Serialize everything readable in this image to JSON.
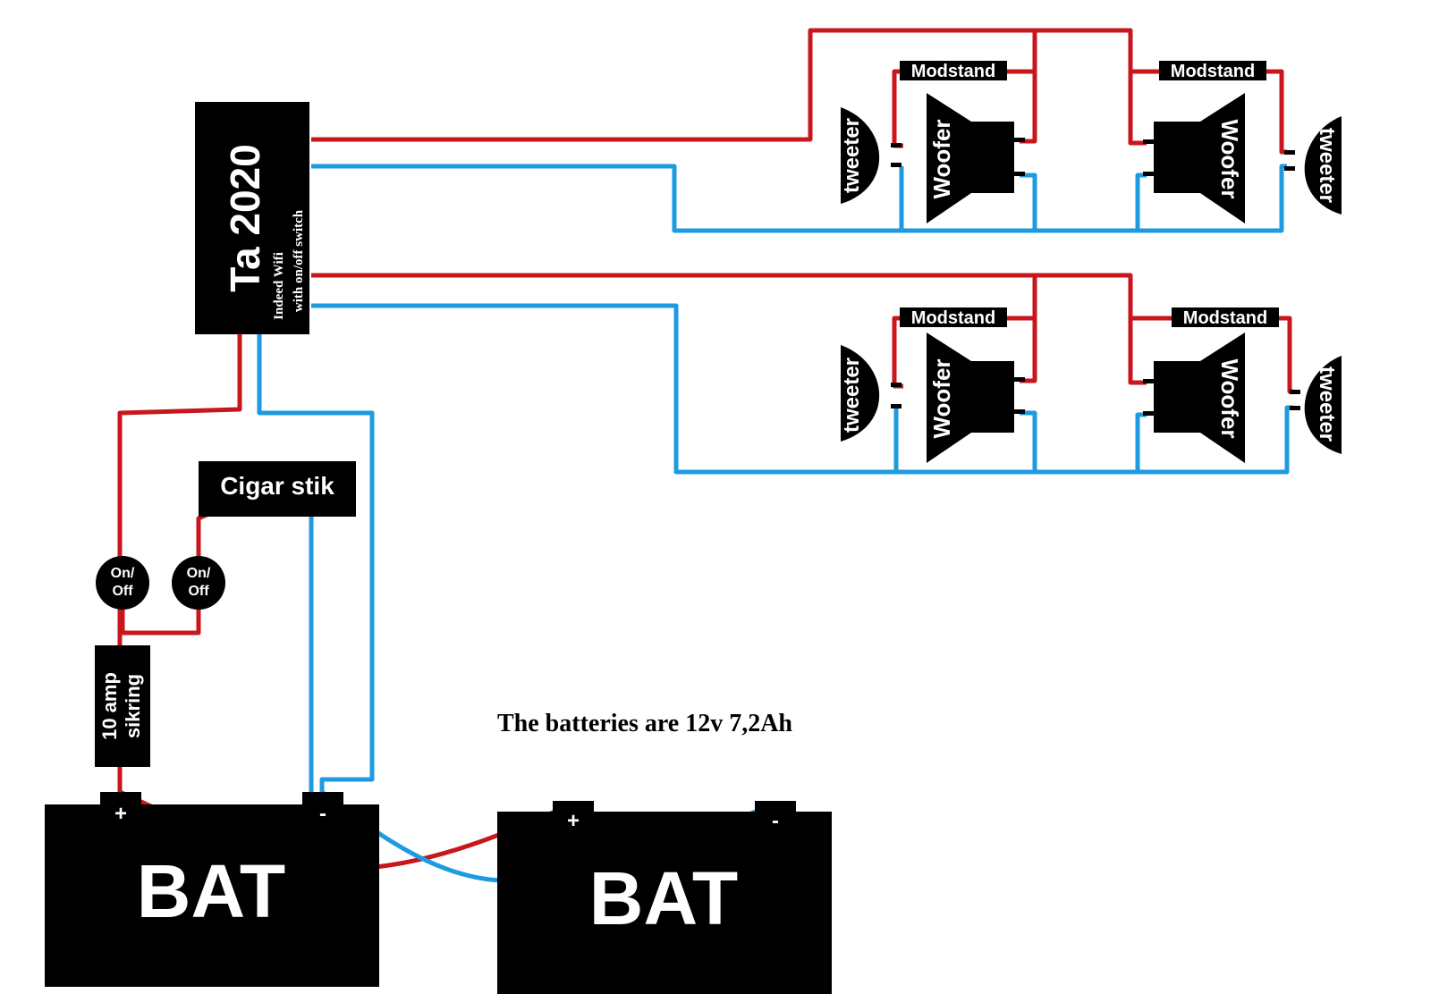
{
  "colors": {
    "positive_wire": "#c8161d",
    "negative_wire": "#1e9be0",
    "component": "#000000",
    "component_text": "#ffffff",
    "background": "#ffffff"
  },
  "amplifier": {
    "title": "Ta 2020",
    "subtitle_line1": "Indeed Wifi",
    "subtitle_line2": "with on/off switch"
  },
  "cigar_socket": {
    "label": "Cigar stik"
  },
  "switches": [
    {
      "line1": "On/",
      "line2": "Off"
    },
    {
      "line1": "On/",
      "line2": "Off"
    }
  ],
  "fuse": {
    "line1": "10 amp",
    "line2": "sikring"
  },
  "batteries": [
    {
      "label": "BAT",
      "plus": "+",
      "minus": "-"
    },
    {
      "label": "BAT",
      "plus": "+",
      "minus": "-"
    }
  ],
  "note": "The batteries are 12v 7,2Ah",
  "speakers": {
    "resistor_label": "Modstand",
    "tweeter_label": "tweeter",
    "woofer_label": "Woofer",
    "units": [
      {
        "resistor": "Modstand",
        "tweeter": "tweeter",
        "woofer": "Woofer"
      },
      {
        "resistor": "Modstand",
        "tweeter": "tweeter",
        "woofer": "Woofer"
      },
      {
        "resistor": "Modstand",
        "tweeter": "tweeter",
        "woofer": "Woofer"
      },
      {
        "resistor": "Modstand",
        "tweeter": "tweeter",
        "woofer": "Woofer"
      }
    ]
  }
}
